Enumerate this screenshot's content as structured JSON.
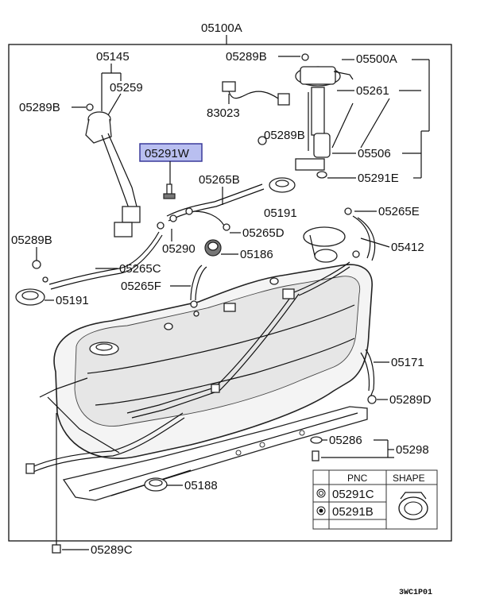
{
  "diagram": {
    "labels": {
      "assembly": "05100A",
      "p05289B_top": "05289B",
      "p05145": "05145",
      "p05259": "05259",
      "p05289B_left": "05289B",
      "p83023": "83023",
      "p05500A": "05500A",
      "p05261": "05261",
      "p05289B_mid": "05289B",
      "p05506": "05506",
      "p05291W": "05291W",
      "p05291E": "05291E",
      "p05265B": "05265B",
      "p05191_mid": "05191",
      "p05265E": "05265E",
      "p05289B_lower": "05289B",
      "p05265D": "05265D",
      "p05290": "05290",
      "p05412": "05412",
      "p05186": "05186",
      "p05265C": "05265C",
      "p05191_left": "05191",
      "p05265F": "05265F",
      "p05171": "05171",
      "p05289D": "05289D",
      "p05286": "05286",
      "p05298": "05298",
      "p05188": "05188",
      "p05289C": "05289C"
    },
    "legend_table": {
      "header_pnc": "PNC",
      "header_shape": "SHAPE",
      "row1": "05291C",
      "row2": "05291B"
    },
    "page_code": "3WC1P01",
    "highlight_color": "#b9bff0"
  }
}
